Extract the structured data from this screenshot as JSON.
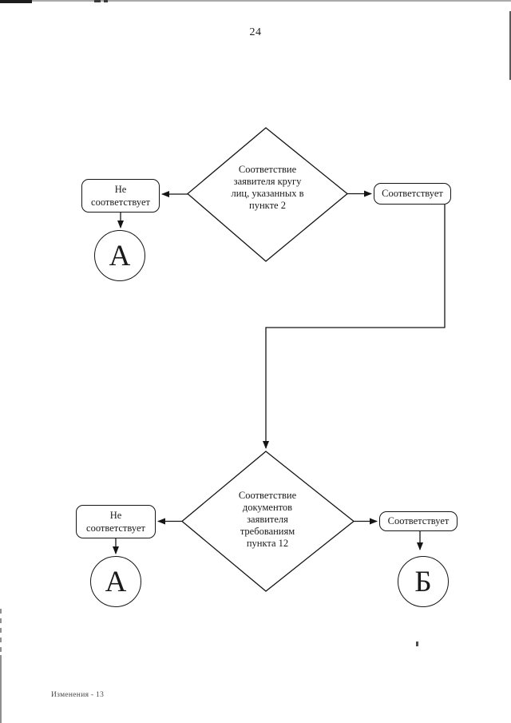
{
  "page": {
    "number": "24",
    "footer": "Изменения - 13"
  },
  "flowchart": {
    "decision1": {
      "label": "Соответствие\nзаявителя кругу\nлиц, указанных в\nпункте 2"
    },
    "decision2": {
      "label": "Соответствие\nдокументов\nзаявителя\nтребованиям\nпункта 12"
    },
    "branch1_no": {
      "label": "Не\nсоответствует"
    },
    "branch1_yes": {
      "label": "Соответствует"
    },
    "branch2_no": {
      "label": "Не\nсоответствует"
    },
    "branch2_yes": {
      "label": "Соответствует"
    },
    "connector_a1": {
      "label": "А"
    },
    "connector_a2": {
      "label": "А"
    },
    "connector_b": {
      "label": "Б"
    }
  },
  "colors": {
    "ink": "#1a1a1a",
    "paper": "#ffffff"
  }
}
